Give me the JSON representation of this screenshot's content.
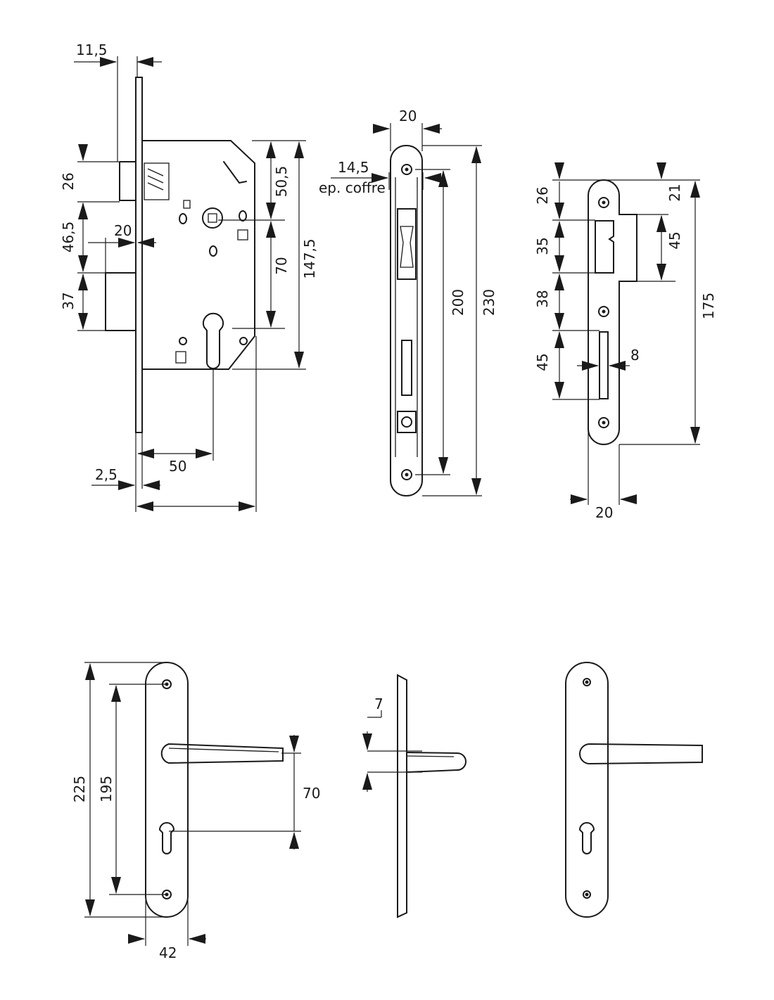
{
  "dimensions": {
    "lock_body": {
      "d_11_5": "11,5",
      "d_26": "26",
      "d_46_5": "46,5",
      "d_20": "20",
      "d_37": "37",
      "d_50_5": "50,5",
      "d_70": "70",
      "d_147_5": "147,5",
      "d_50": "50",
      "d_2_5": "2,5"
    },
    "faceplate": {
      "d_20": "20",
      "d_14_5": "14,5",
      "ep_coffre": "ep. coffre",
      "d_200": "200",
      "d_230": "230"
    },
    "strike_plate": {
      "d_26": "26",
      "d_35": "35",
      "d_38": "38",
      "d_45_left": "45",
      "d_21": "21",
      "d_45_right": "45",
      "d_175": "175",
      "d_8": "8",
      "d_20": "20"
    },
    "handle_front": {
      "d_225": "225",
      "d_195": "195",
      "d_70": "70",
      "d_42": "42"
    },
    "handle_side": {
      "d_7": "7"
    }
  }
}
